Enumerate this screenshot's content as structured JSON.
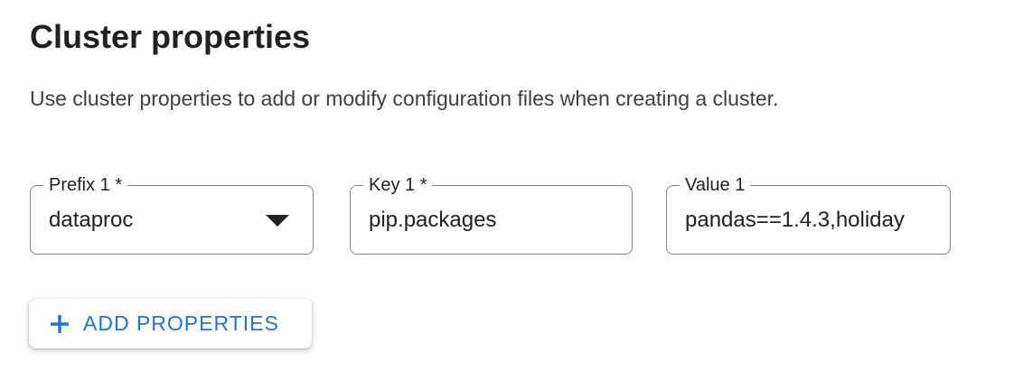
{
  "header": {
    "title": "Cluster properties",
    "description": "Use cluster properties to add or modify configuration files when creating a cluster."
  },
  "form": {
    "fields": [
      {
        "label": "Prefix 1 *",
        "value": "dataproc",
        "control": "select",
        "required": true
      },
      {
        "label": "Key 1 *",
        "value": "pip.packages",
        "control": "text-input",
        "required": true
      },
      {
        "label": "Value 1",
        "value": "pandas==1.4.3,holiday",
        "control": "text-input",
        "required": false
      }
    ]
  },
  "actions": {
    "add_properties_label": "ADD PROPERTIES"
  },
  "icons": {
    "plus_icon": "+",
    "caret_down_icon": "▼"
  },
  "colors": {
    "accent_blue": "#1a73e8",
    "field_border": "#80868b",
    "text_primary": "#202124",
    "text_secondary": "#3c4043",
    "background": "#ffffff"
  }
}
